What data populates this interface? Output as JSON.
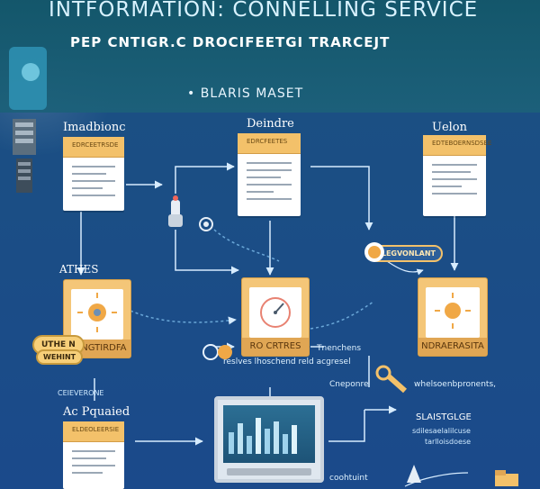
{
  "header": {
    "title": "INTFORMATION: CONNELLING SERVICE",
    "subtitle": "PEP CNTIGR.C DROCIFEETGI TRARCEJT"
  },
  "section": {
    "label": "• BLARIS MASET"
  },
  "nodes": {
    "top_left_label": "Imadbionc",
    "top_left_doc_tab": "EDRCEETRSDE",
    "top_mid_label": "Deindre",
    "top_mid_doc_tab": "EDRCFEETES",
    "top_right_label": "Uelon",
    "top_right_doc_tab": "EDTEBOERNSDSEE",
    "mid_left_label": "ATHES",
    "mid_left_caption": "NUNGTIRDFA",
    "mid_left_badge_1": "UTHE N",
    "mid_left_badge_2": "WEHINT",
    "mid_left_tiny": "CEIEVERONE",
    "mid_center_caption": "RO CRTRES",
    "mid_center_small_1": "Tnenchens",
    "mid_center_small_2": "reslves lhoschend reld acgresel",
    "mid_right_badge": "CLEGVONLANT",
    "mid_right_caption": "NDRAERASITA",
    "mid_right_small_1": "Cneponre",
    "mid_right_small_2": "whelsoenbpronents,",
    "bottom_left_label": "Ac Pquaied",
    "bottom_left_doc_tab": "ELDEOLEERSIE",
    "bottom_right_small_1": "SLAISTGLGE",
    "bottom_right_small_2": "sdilesaelalilcuse",
    "bottom_right_small_3": "tarlloisdoese",
    "bottom_mid_small": "coohtuint"
  },
  "colors": {
    "header_bg": "#1d5f79",
    "body_bg": "#1b4a8b",
    "folder": "#f4c678",
    "doc_tab": "#f3c16a",
    "arrow": "#d7ecff",
    "dotted": "#6aa7d8"
  }
}
